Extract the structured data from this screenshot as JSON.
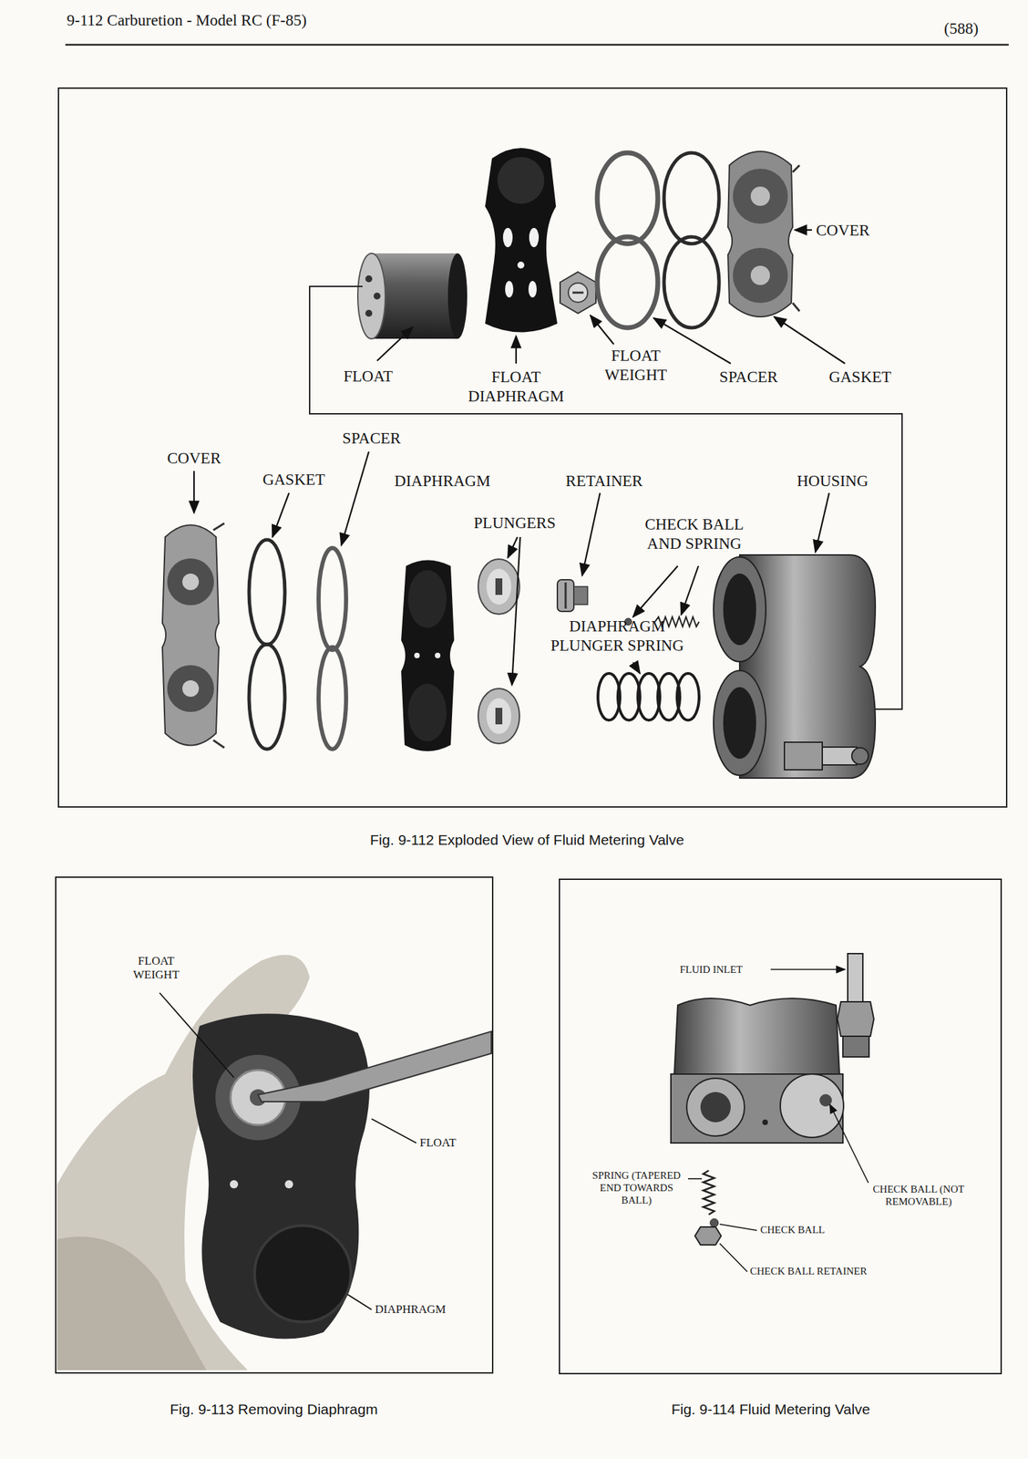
{
  "diagram": {
    "title": "9-112 Carburetion - Model RC (F-85)",
    "labels": [
      "(588)",
      "COVER",
      "FLOAT",
      "FLOAT DIAPHRAGM",
      "FLOAT WEIGHT",
      "SPACER",
      "GASKET",
      "SPACER",
      "COVER",
      "GASKET",
      "DIAPHRAGM",
      "RETAINER",
      "HOUSING",
      "PLUNGERS",
      "CHECK BALL AND SPRING",
      "DIAPHRAGM PLUNGER SPRING",
      "Fig. 9-112 Exploded View of Fluid Metering Valve",
      "FLOAT WEIGHT",
      "FLOAT",
      "DIAPHRAGM",
      "FLUID INLET",
      "SPRING (TAPERED END TOWARDS BALL)",
      "CHECK BALL (NOT REMOVABLE)",
      "CHECK BALL",
      "CHECK BALL RETAINER",
      "Fig. 9-113 Removing Diaphragm",
      "Fig. 9-114 Fluid Metering Valve"
    ]
  }
}
